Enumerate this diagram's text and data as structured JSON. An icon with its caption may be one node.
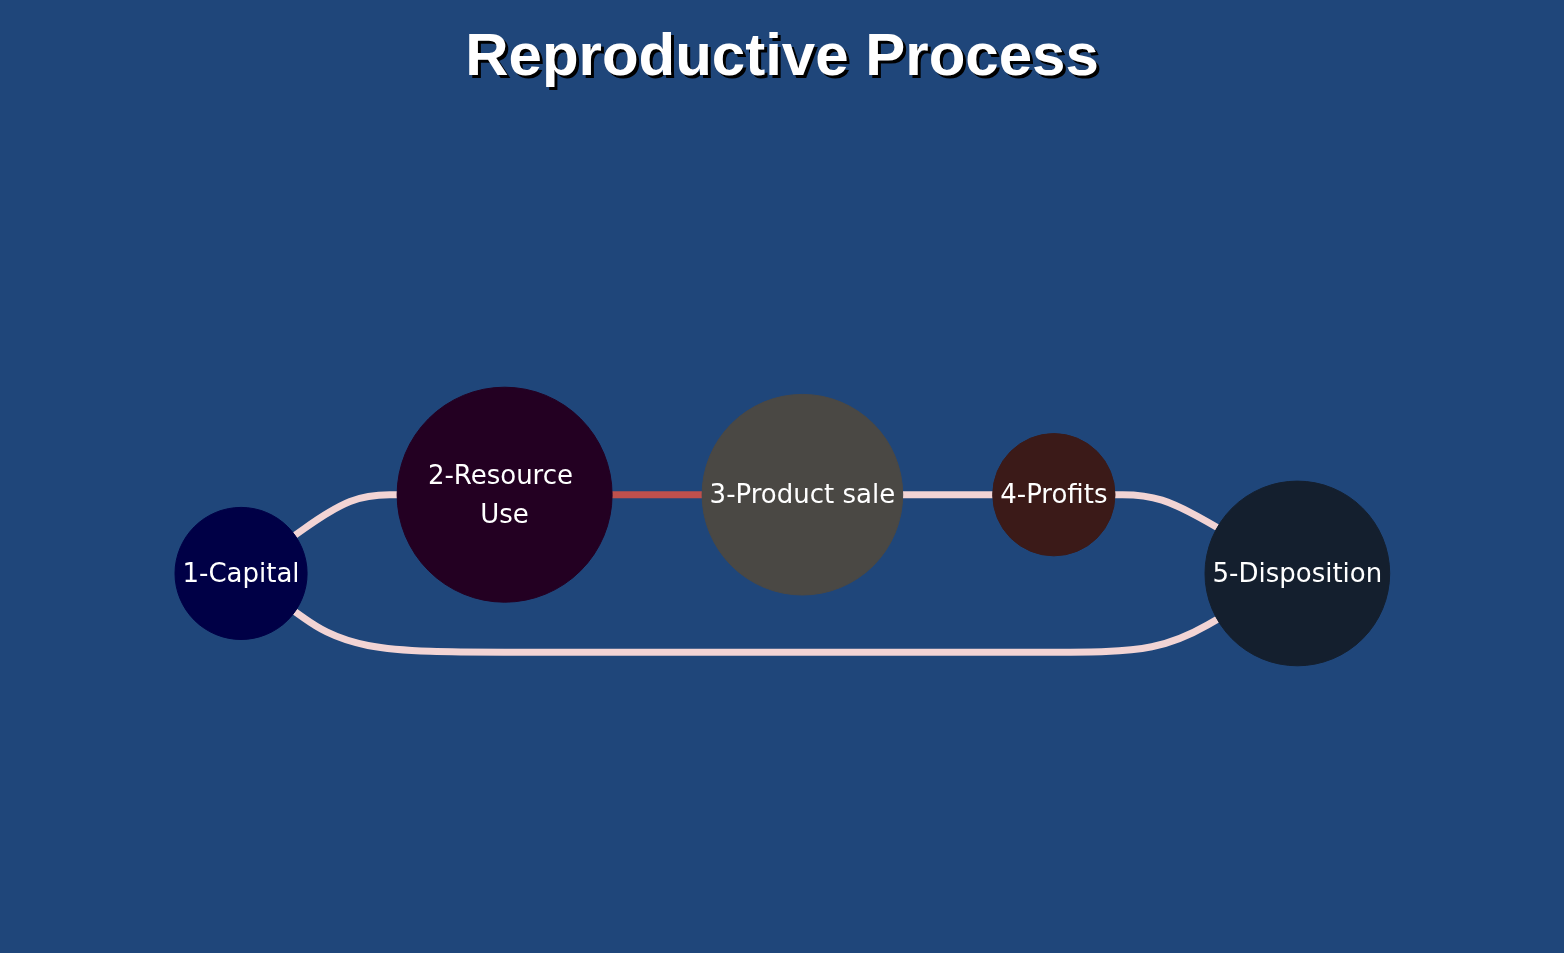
{
  "diagram": {
    "title": "Reproductive Process",
    "nodes": [
      {
        "text": [
          "1-Capital"
        ]
      },
      {
        "text": [
          "2-Resource Use"
        ]
      },
      {
        "text": [
          "3-Product sale"
        ]
      },
      {
        "text": [
          "4-Profits"
        ]
      },
      {
        "text": [
          "5-Disposition"
        ]
      }
    ],
    "edges": [
      {
        "from": 0,
        "to": 1,
        "arrow": "none"
      },
      {
        "from": 1,
        "to": 2,
        "arrow": "none",
        "color": "#c0504d"
      },
      {
        "from": 2,
        "to": 3,
        "arrow": "none"
      },
      {
        "from": 3,
        "to": 4,
        "arrow": "none"
      },
      {
        "from": 4,
        "to": 0,
        "arrow": "none"
      }
    ]
  }
}
